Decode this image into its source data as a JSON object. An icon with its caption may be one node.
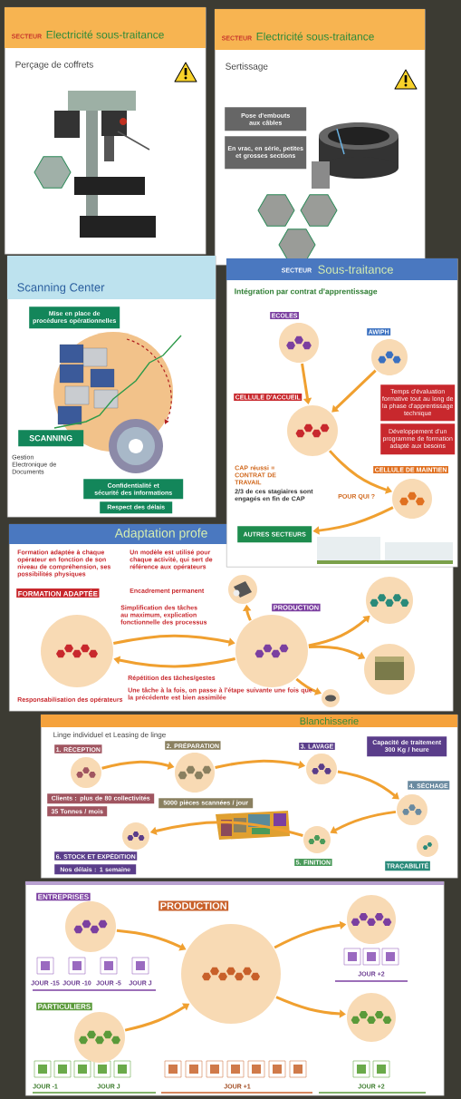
{
  "diagram": {
    "nodes": [
      {
        "text": [
          "SECTEUR",
          "Electricité sous-traitance",
          "Perçage de coffrets"
        ]
      },
      {
        "text": [
          "SECTEUR",
          "Electricité sous-traitance",
          "Sertissage"
        ]
      },
      {
        "text": [
          "Pose d'embouts aux câbles"
        ],
        "in": 1
      },
      {
        "text": [
          "En vrac, en série, petites et grosses sections"
        ],
        "in": 1
      },
      {
        "text": [
          "Scanning Center"
        ]
      },
      {
        "text": [
          "Mise en place de procédures opérationnelles"
        ],
        "in": 4
      },
      {
        "text": [
          "SCANNING"
        ],
        "in": 4
      },
      {
        "text": [
          "Gestion Electronique de Documents"
        ],
        "in": 4
      },
      {
        "text": [
          "Confidentialité et sécurité des informations"
        ],
        "in": 4
      },
      {
        "text": [
          "Respect des délais"
        ],
        "in": 4
      },
      {
        "text": [
          "SECTEUR",
          "Sous-traitance",
          "Intégration par contrat d'apprentissage"
        ]
      },
      {
        "text": [
          "ECOLES"
        ],
        "in": 10
      },
      {
        "text": [
          "AWIPH"
        ],
        "in": 10
      },
      {
        "text": [
          "CELLULE D'ACCUEIL"
        ],
        "in": 10
      },
      {
        "text": [
          "CELLULE DE MAINTIEN"
        ],
        "in": 10
      },
      {
        "text": [
          "AUTRES SECTEURS"
        ]
      },
      {
        "text": [
          "Temps d'évaluation formative tout au long de la phase d'apprentissage technique"
        ],
        "in": 10
      },
      {
        "text": [
          "Développement d'un programme de formation adapté aux besoins"
        ],
        "in": 10
      },
      {
        "text": [
          "Adaptation profe"
        ]
      },
      {
        "text": [
          "FORMATION ADAPTÉE"
        ],
        "in": 18
      },
      {
        "text": [
          "PRODUCTION"
        ],
        "in": 18
      },
      {
        "text": [],
        "shape": "picture",
        "in": 18
      },
      {
        "text": [],
        "shape": "circle",
        "in": 18
      },
      {
        "text": [],
        "shape": "picture",
        "in": 18
      },
      {
        "text": [],
        "shape": "picture",
        "in": 18
      },
      {
        "text": [
          "Blanchisserie",
          "Linge individuel et Leasing de linge"
        ]
      },
      {
        "text": [
          "1. RÉCEPTION"
        ],
        "in": 25
      },
      {
        "text": [
          "2. PRÉPARATION"
        ],
        "in": 25
      },
      {
        "text": [
          "3. LAVAGE"
        ],
        "in": 25
      },
      {
        "text": [
          "4. SÉCHAGE"
        ],
        "in": 25
      },
      {
        "text": [
          "5. FINITION"
        ],
        "in": 25
      },
      {
        "text": [
          "6. STOCK ET EXPÉDITION"
        ],
        "in": 25
      },
      {
        "text": [
          "TRAÇABILITÉ"
        ],
        "in": 25
      },
      {
        "text": [
          "Capacité de traitement 300 Kg / heure"
        ],
        "in": 25
      },
      {
        "text": [
          "Clients : plus de 80 collectivités"
        ],
        "in": 25
      },
      {
        "text": [
          "35 Tonnes / mois"
        ],
        "in": 25
      },
      {
        "text": [
          "5000 pièces scannées / jour"
        ],
        "in": 25
      },
      {
        "text": [
          "Nos délais : 1 semaine"
        ],
        "in": 25
      },
      {
        "text": [],
        "shape": "box"
      },
      {
        "text": [
          "ENTREPRISES"
        ],
        "in": 38
      },
      {
        "text": [
          "PRODUCTION"
        ],
        "in": 38
      },
      {
        "text": [
          "PARTICULIERS"
        ],
        "in": 38
      },
      {
        "text": [],
        "shape": "circle",
        "in": 38
      },
      {
        "text": [],
        "shape": "circle",
        "in": 38
      }
    ],
    "edges": [
      {
        "from": 11,
        "to": 13,
        "arrow": "to"
      },
      {
        "from": 12,
        "to": 13,
        "arrow": "to"
      },
      {
        "from": 13,
        "to": 14,
        "arrow": "to"
      },
      {
        "from": 14,
        "to": 15,
        "arrow": "to"
      },
      {
        "from": 19,
        "to": 20,
        "arrow": "to"
      },
      {
        "from": 20,
        "to": 19,
        "arrow": "to"
      },
      {
        "from": 20,
        "to": 21,
        "arrow": "to"
      },
      {
        "from": 20,
        "to": 22,
        "arrow": "to"
      },
      {
        "from": 20,
        "to": 23,
        "arrow": "to"
      },
      {
        "from": 20,
        "to": 24,
        "arrow": "to"
      },
      {
        "from": 26,
        "to": 27,
        "arrow": "to"
      },
      {
        "from": 27,
        "to": 28,
        "arrow": "to"
      },
      {
        "from": 28,
        "to": 29,
        "arrow": "to"
      },
      {
        "from": 29,
        "to": 30,
        "arrow": "to"
      },
      {
        "from": 30,
        "to": 31,
        "arrow": "to"
      },
      {
        "from": 39,
        "to": 40,
        "arrow": "to"
      },
      {
        "from": 41,
        "to": 40,
        "arrow": "to"
      },
      {
        "from": 40,
        "to": 42,
        "arrow": "to"
      },
      {
        "from": 40,
        "to": 43,
        "arrow": "to"
      }
    ],
    "labels": [
      "CAP réussi = CONTRAT DE TRAVAIL",
      "2/3 de ces stagiaires sont engagés en fin de CAP",
      "POUR QUI ?",
      "Formation adaptée à chaque opérateur en fonction de son niveau de compréhension, ses possibilités physiques",
      "Un modèle est utilisé pour chaque activité, qui sert de référence aux opérateurs",
      "Encadrement permanent",
      "Simplification des tâches au maximum, explication fonctionnelle des processus",
      "Répétition des tâches/gestes",
      "Responsabilisation des opérateurs",
      "Une tâche à la fois, on passe à l'étape suivante une fois que la précédente est bien assimilée",
      "JOUR -15",
      "JOUR -10",
      "JOUR -5",
      "JOUR J",
      "JOUR +2",
      "JOUR -1",
      "JOUR J",
      "JOUR +1",
      "JOUR +2"
    ]
  }
}
